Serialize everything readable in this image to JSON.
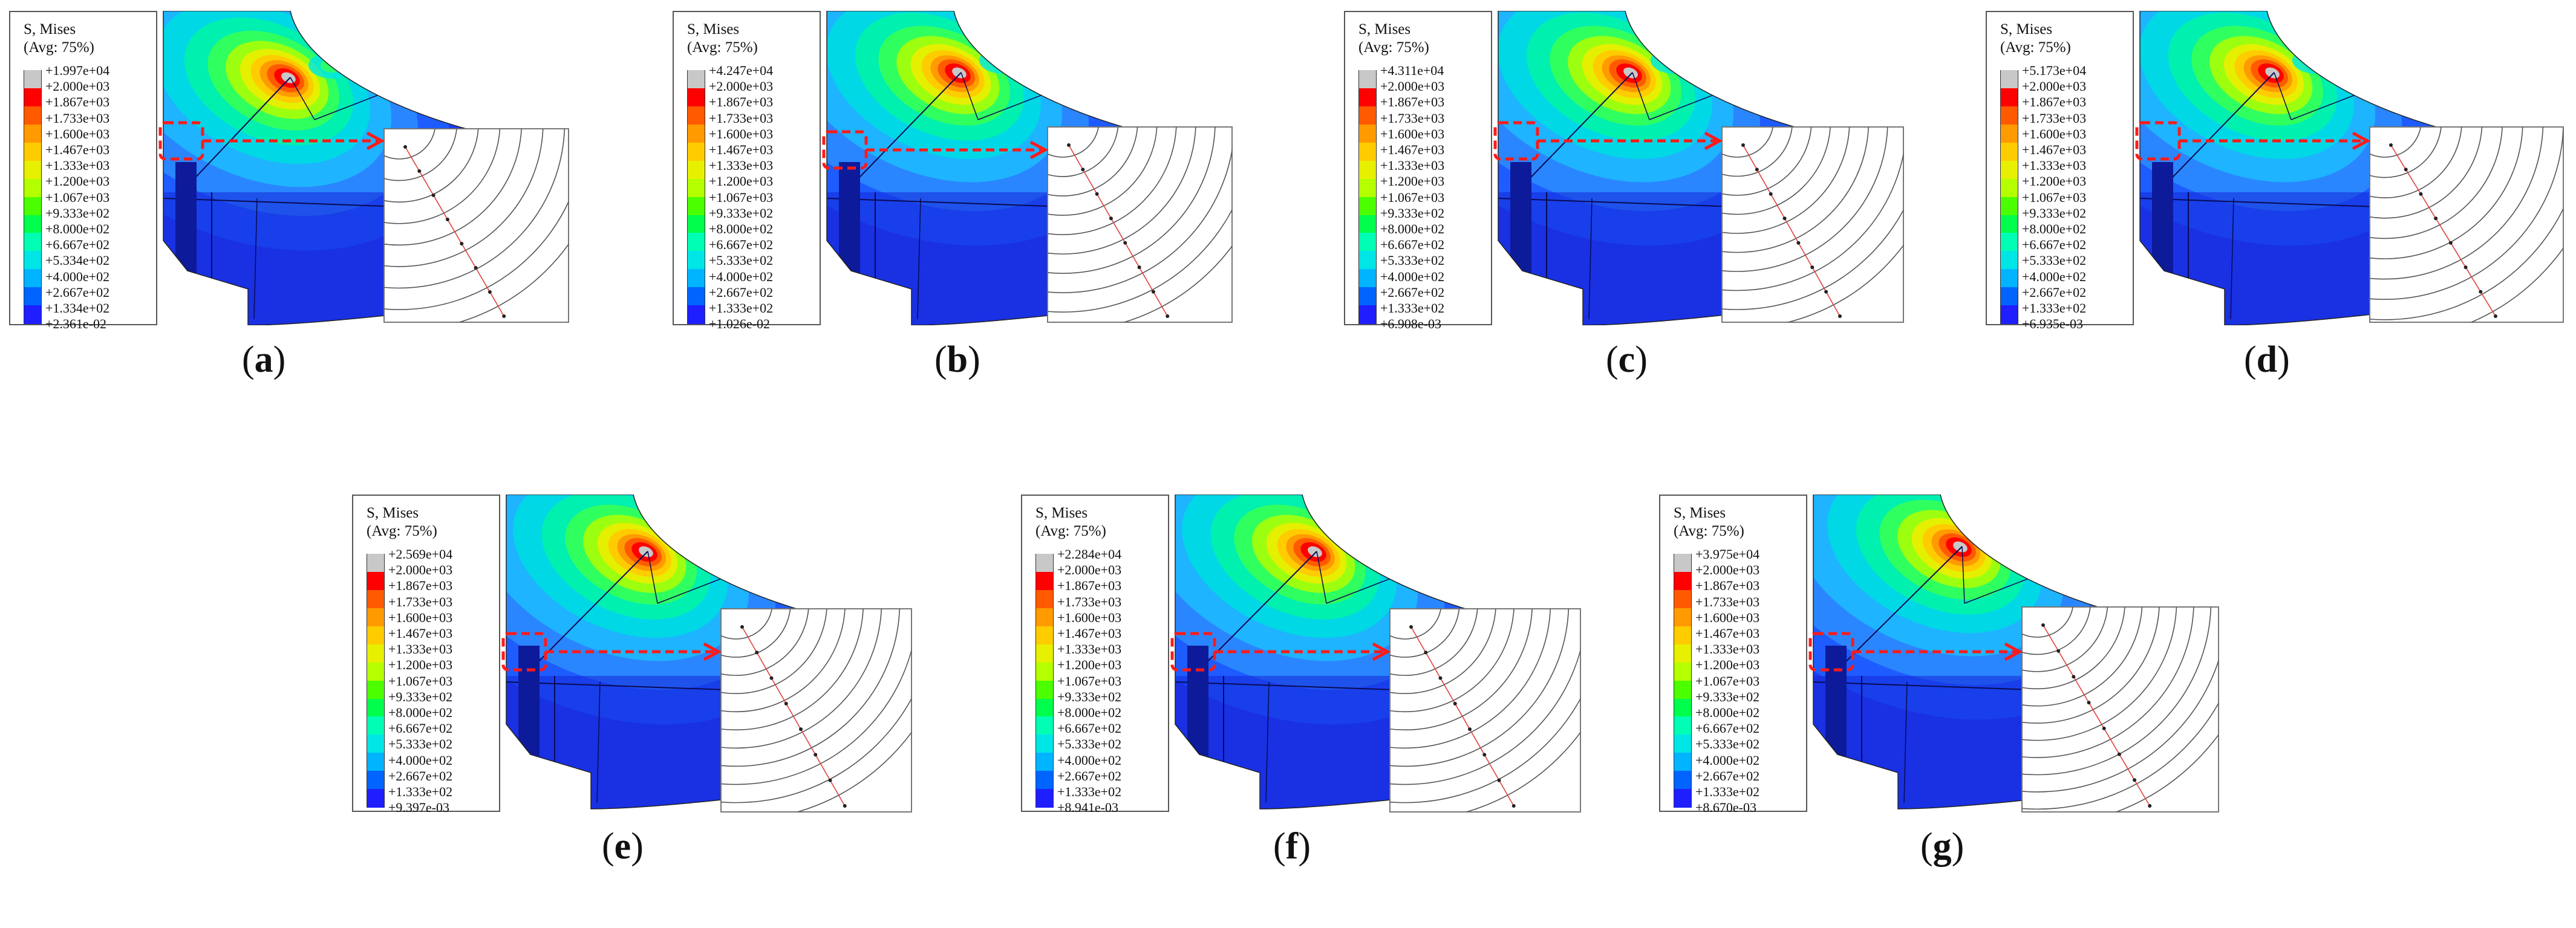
{
  "legend": {
    "title_line1": "S, Mises",
    "title_line2": "(Avg: 75%)",
    "colors": [
      "#c8c8c8",
      "#ff0000",
      "#ff5a00",
      "#ff9a00",
      "#ffcc00",
      "#e6f000",
      "#b4ff00",
      "#4cff00",
      "#00ff4c",
      "#00ffb4",
      "#00e6e6",
      "#00b4ff",
      "#0064ff",
      "#1e1eff"
    ]
  },
  "panels": [
    {
      "id": "a",
      "caption_letter": "a",
      "labels": [
        "+1.997e+04",
        "+2.000e+03",
        "+1.867e+03",
        "+1.733e+03",
        "+1.600e+03",
        "+1.467e+03",
        "+1.333e+03",
        "+1.200e+03",
        "+1.067e+03",
        "+9.333e+02",
        "+8.000e+02",
        "+6.667e+02",
        "+5.334e+02",
        "+4.000e+02",
        "+2.667e+02",
        "+1.334e+02",
        "+2.361e-02"
      ]
    },
    {
      "id": "b",
      "caption_letter": "b",
      "labels": [
        "+4.247e+04",
        "+2.000e+03",
        "+1.867e+03",
        "+1.733e+03",
        "+1.600e+03",
        "+1.467e+03",
        "+1.333e+03",
        "+1.200e+03",
        "+1.067e+03",
        "+9.333e+02",
        "+8.000e+02",
        "+6.667e+02",
        "+5.333e+02",
        "+4.000e+02",
        "+2.667e+02",
        "+1.333e+02",
        "+1.026e-02"
      ]
    },
    {
      "id": "c",
      "caption_letter": "c",
      "labels": [
        "+4.311e+04",
        "+2.000e+03",
        "+1.867e+03",
        "+1.733e+03",
        "+1.600e+03",
        "+1.467e+03",
        "+1.333e+03",
        "+1.200e+03",
        "+1.067e+03",
        "+9.333e+02",
        "+8.000e+02",
        "+6.667e+02",
        "+5.333e+02",
        "+4.000e+02",
        "+2.667e+02",
        "+1.333e+02",
        "+6.908e-03"
      ]
    },
    {
      "id": "d",
      "caption_letter": "d",
      "labels": [
        "+5.173e+04",
        "+2.000e+03",
        "+1.867e+03",
        "+1.733e+03",
        "+1.600e+03",
        "+1.467e+03",
        "+1.333e+03",
        "+1.200e+03",
        "+1.067e+03",
        "+9.333e+02",
        "+8.000e+02",
        "+6.667e+02",
        "+5.333e+02",
        "+4.000e+02",
        "+2.667e+02",
        "+1.333e+02",
        "+6.935e-03"
      ]
    },
    {
      "id": "e",
      "caption_letter": "e",
      "labels": [
        "+2.569e+04",
        "+2.000e+03",
        "+1.867e+03",
        "+1.733e+03",
        "+1.600e+03",
        "+1.467e+03",
        "+1.333e+03",
        "+1.200e+03",
        "+1.067e+03",
        "+9.333e+02",
        "+8.000e+02",
        "+6.667e+02",
        "+5.333e+02",
        "+4.000e+02",
        "+2.667e+02",
        "+1.333e+02",
        "+9.397e-03"
      ]
    },
    {
      "id": "f",
      "caption_letter": "f",
      "labels": [
        "+2.284e+04",
        "+2.000e+03",
        "+1.867e+03",
        "+1.733e+03",
        "+1.600e+03",
        "+1.467e+03",
        "+1.333e+03",
        "+1.200e+03",
        "+1.067e+03",
        "+9.333e+02",
        "+8.000e+02",
        "+6.667e+02",
        "+5.333e+02",
        "+4.000e+02",
        "+2.667e+02",
        "+1.333e+02",
        "+8.941e-03"
      ]
    },
    {
      "id": "g",
      "caption_letter": "g",
      "labels": [
        "+3.975e+04",
        "+2.000e+03",
        "+1.867e+03",
        "+1.733e+03",
        "+1.600e+03",
        "+1.467e+03",
        "+1.333e+03",
        "+1.200e+03",
        "+1.067e+03",
        "+9.333e+02",
        "+8.000e+02",
        "+6.667e+02",
        "+5.333e+02",
        "+4.000e+02",
        "+2.667e+02",
        "+1.333e+02",
        "+8.670e-03"
      ]
    }
  ]
}
